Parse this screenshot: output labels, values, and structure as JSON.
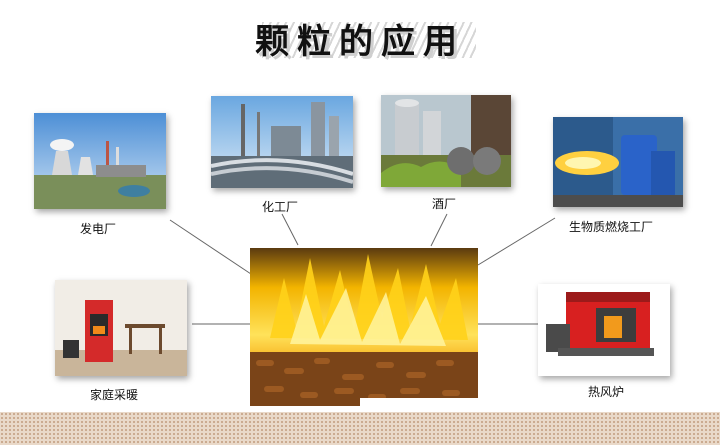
{
  "title": "颗粒的应用",
  "center": {
    "icon": "burning-pellets-image"
  },
  "applications": [
    {
      "label": "发电厂",
      "icon": "power-plant-image"
    },
    {
      "label": "化工厂",
      "icon": "chemical-plant-image"
    },
    {
      "label": "酒厂",
      "icon": "winery-image"
    },
    {
      "label": "生物质燃烧工厂",
      "icon": "biomass-burner-image"
    },
    {
      "label": "家庭采暖",
      "icon": "home-stove-image"
    },
    {
      "label": "热风炉",
      "icon": "hot-air-furnace-image"
    }
  ],
  "colors": {
    "connector": "#555555",
    "flame": "#f7b400",
    "pellet": "#8a4a1a"
  }
}
